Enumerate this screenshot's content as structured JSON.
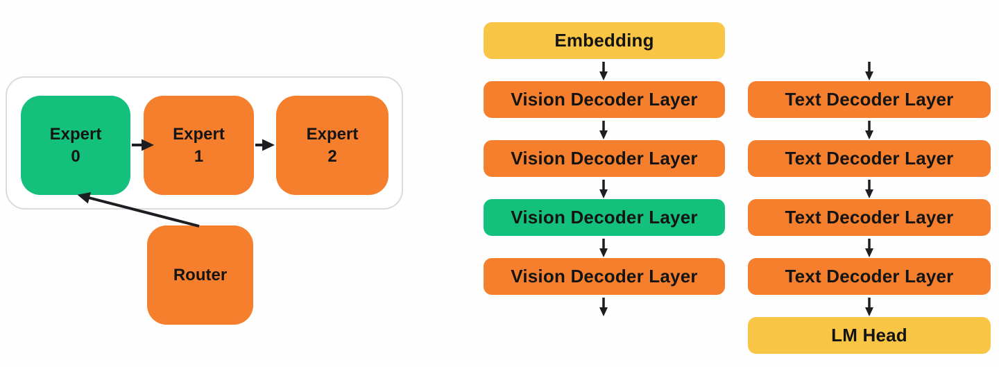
{
  "colors": {
    "orange": "#F57F2C",
    "green": "#13C17D",
    "yellow": "#F8C644",
    "arrow": "#1D1E21",
    "border": "#DBDBDB",
    "text": "#141414",
    "background": "#FEFEFE"
  },
  "moe": {
    "experts": [
      {
        "label": "Expert\n0",
        "color": "green"
      },
      {
        "label": "Expert\n1",
        "color": "orange"
      },
      {
        "label": "Expert\n2",
        "color": "orange"
      }
    ],
    "router": {
      "label": "Router",
      "color": "orange"
    }
  },
  "vision_stack": {
    "layers": [
      {
        "label": "Embedding",
        "color": "yellow"
      },
      {
        "label": "Vision Decoder Layer",
        "color": "orange"
      },
      {
        "label": "Vision Decoder Layer",
        "color": "orange"
      },
      {
        "label": "Vision Decoder Layer",
        "color": "green"
      },
      {
        "label": "Vision Decoder Layer",
        "color": "orange"
      }
    ]
  },
  "text_stack": {
    "layers": [
      {
        "label": "Text Decoder Layer",
        "color": "orange"
      },
      {
        "label": "Text Decoder Layer",
        "color": "orange"
      },
      {
        "label": "Text Decoder Layer",
        "color": "orange"
      },
      {
        "label": "Text Decoder Layer",
        "color": "orange"
      },
      {
        "label": "LM Head",
        "color": "yellow"
      }
    ]
  }
}
